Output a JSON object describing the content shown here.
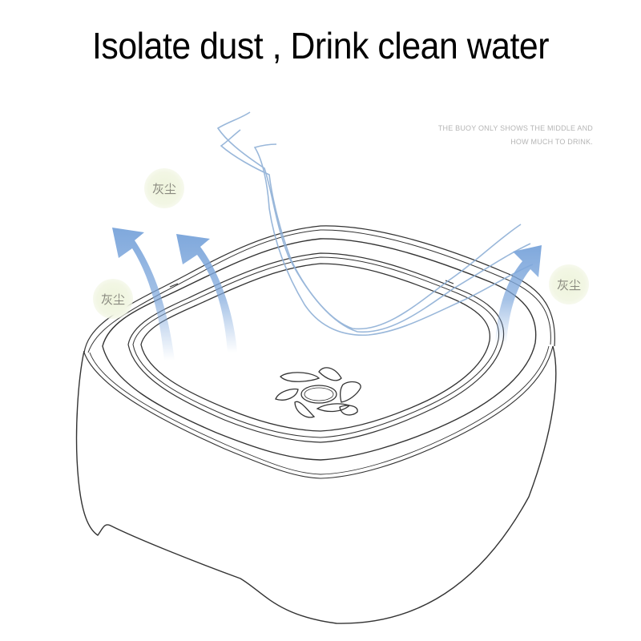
{
  "headline": "Isolate dust ,  Drink clean water",
  "note": {
    "line1": "THE BUOY ONLY SHOWS THE MIDDLE AND",
    "line2": "HOW MUCH TO DRINK."
  },
  "dust_labels": [
    {
      "text": "灰尘",
      "meaning": "dust"
    },
    {
      "text": "灰尘",
      "meaning": "dust"
    },
    {
      "text": "灰尘",
      "meaning": "dust"
    }
  ],
  "colors": {
    "arrow": "#7fa8dc",
    "water_lines": "#8fb0d6",
    "outline": "#333333",
    "dust_bubble": "#eef4dc"
  },
  "illustration": {
    "subject": "floating-buoy pet water bowl",
    "icons": [
      "upward-arrow-icon",
      "upward-arrow-icon",
      "upward-arrow-icon",
      "buoy-flower-icon"
    ]
  }
}
